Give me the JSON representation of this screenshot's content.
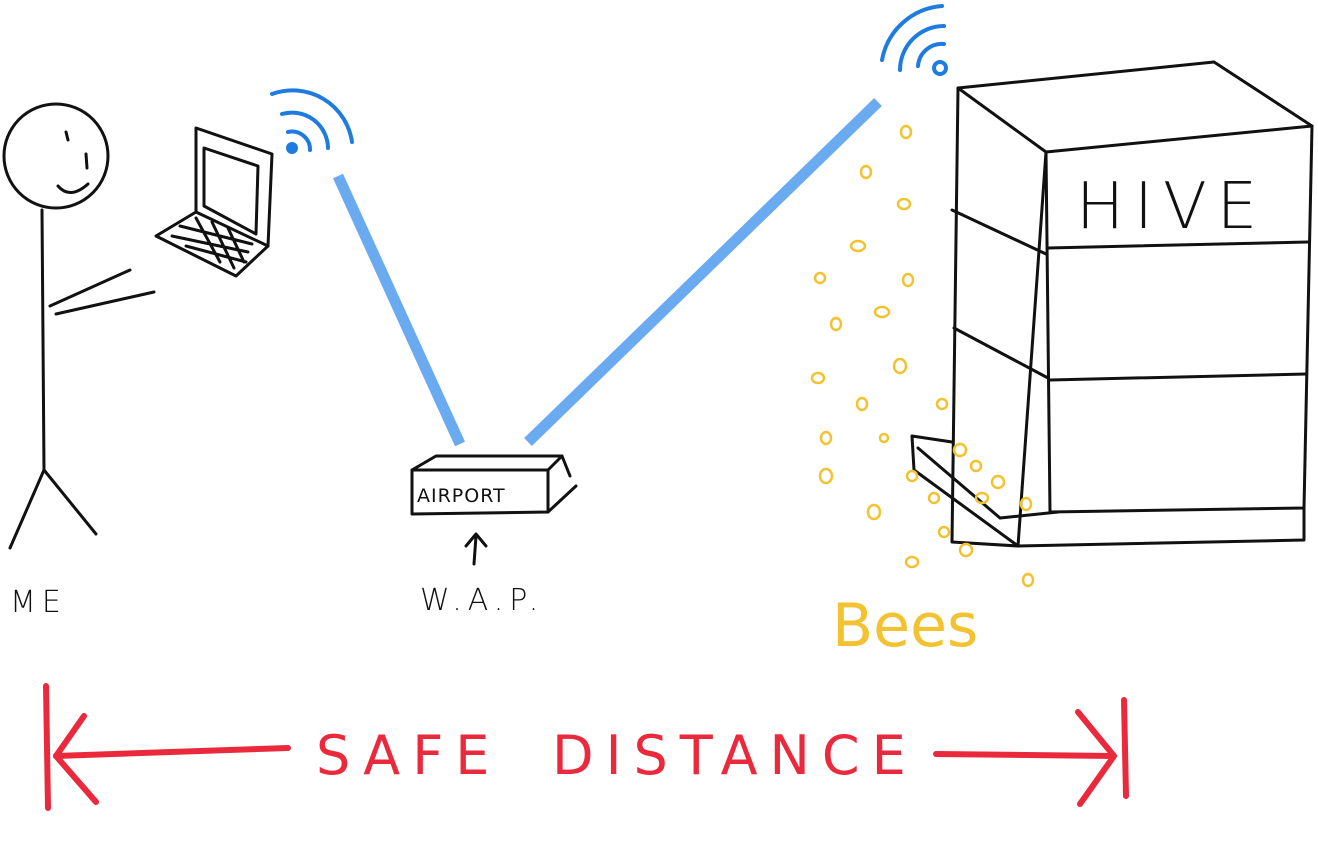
{
  "labels": {
    "me": "ME",
    "wap": "W.A.P.",
    "airport": "AIRPORT",
    "hive": "HIVE",
    "bees": "Bees",
    "safe_distance_left": "SAFE",
    "safe_distance_right": "DISTANCE"
  },
  "icons": {
    "laptop_wifi": "wifi-icon",
    "hive_wifi": "wifi-icon",
    "wap_arrow": "up-arrow-icon"
  },
  "colors": {
    "ink": "#111111",
    "signal": "#6aaaf0",
    "wifi": "#1e7be0",
    "bees": "#f2c230",
    "distance": "#ea2a3c"
  }
}
